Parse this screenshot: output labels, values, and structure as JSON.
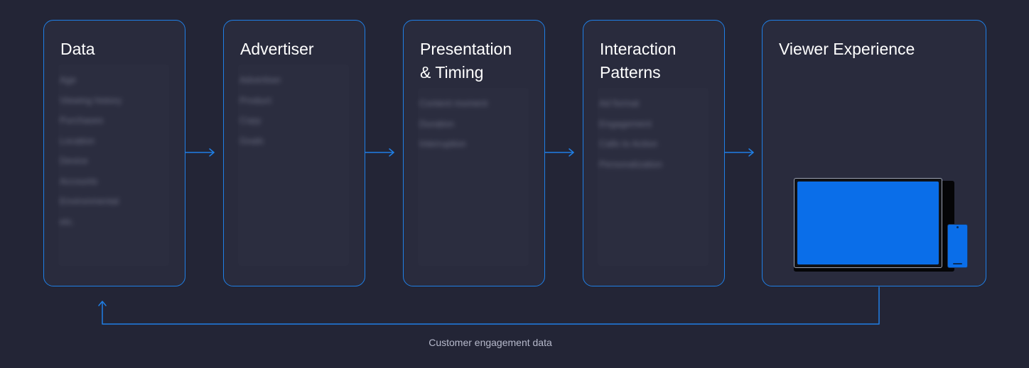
{
  "diagram": {
    "accent_color": "#1f7fe6",
    "background_color": "#232536",
    "card_color": "#292b3d",
    "device_screen_color": "#0a6ee9",
    "stages": [
      {
        "title": "Data",
        "items": [
          "Age",
          "Viewing history",
          "Purchases",
          "Location",
          "Device",
          "Accounts",
          "Environmental",
          "etc."
        ]
      },
      {
        "title": "Advertiser",
        "items": [
          "Advertiser",
          "Product",
          "Copy",
          "Goals"
        ]
      },
      {
        "title": "Presentation\n& Timing",
        "items": [
          "Content moment",
          "Duration",
          "Interruption"
        ]
      },
      {
        "title": "Interaction\nPatterns",
        "items": [
          "Ad format",
          "Engagement",
          "Calls to Action",
          "Personalization"
        ]
      },
      {
        "title": "Viewer Experience",
        "items": []
      }
    ],
    "feedback_label": "Customer engagement data",
    "icons": [
      "arrow-right-icon",
      "arrow-up-icon",
      "tv-icon",
      "phone-icon"
    ]
  }
}
